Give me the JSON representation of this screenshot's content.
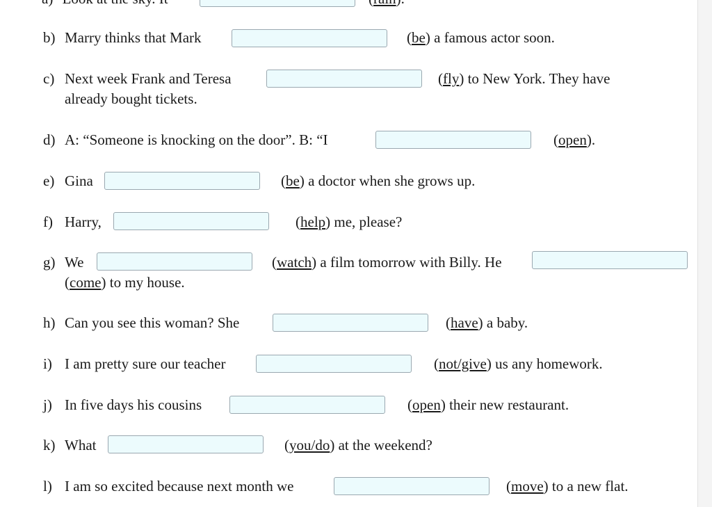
{
  "items": [
    {
      "letter": "a)",
      "text": "Look at the sky. It",
      "verb": "rain",
      "after_open": "(",
      "after_close": ").",
      "partial": true
    },
    {
      "letter": "b)",
      "before": "Marry thinks that Mark",
      "verb": "be",
      "after": "a famous actor soon."
    },
    {
      "letter": "c)",
      "before": "Next week Frank and Teresa",
      "verb": "fly",
      "after": "to New York. They have",
      "line2": "already bought tickets."
    },
    {
      "letter": "d)",
      "before": "A: “Someone is knocking on the door”.  B: “I",
      "verb": "open",
      "after": "."
    },
    {
      "letter": "e)",
      "before": "Gina",
      "verb": "be",
      "after": "a doctor when she grows up."
    },
    {
      "letter": "f)",
      "before": "Harry,",
      "verb": "help",
      "after": "me, please?"
    },
    {
      "letter": "g)",
      "before": "We",
      "verb": "watch",
      "after": "a film tomorrow with Billy. He",
      "verb2": "come",
      "line2_after": "to my house."
    },
    {
      "letter": "h)",
      "before": "Can you see this woman? She",
      "verb": "have",
      "after": "a baby."
    },
    {
      "letter": "i)",
      "before": "I am pretty sure our teacher",
      "verb": "not/give",
      "after": "us any homework."
    },
    {
      "letter": "j)",
      "before": "In five days his cousins",
      "verb": "open",
      "after": "their new restaurant."
    },
    {
      "letter": "k)",
      "before": "What",
      "verb": "you/do",
      "after": "at  the weekend?"
    },
    {
      "letter": "l)",
      "before": "I am so excited because next month we",
      "verb": "move",
      "after": "to a new flat."
    }
  ],
  "colors": {
    "gap_fill": "#ecfbfd",
    "gap_border": "#9aa8b0",
    "text": "#1a1a1a"
  }
}
